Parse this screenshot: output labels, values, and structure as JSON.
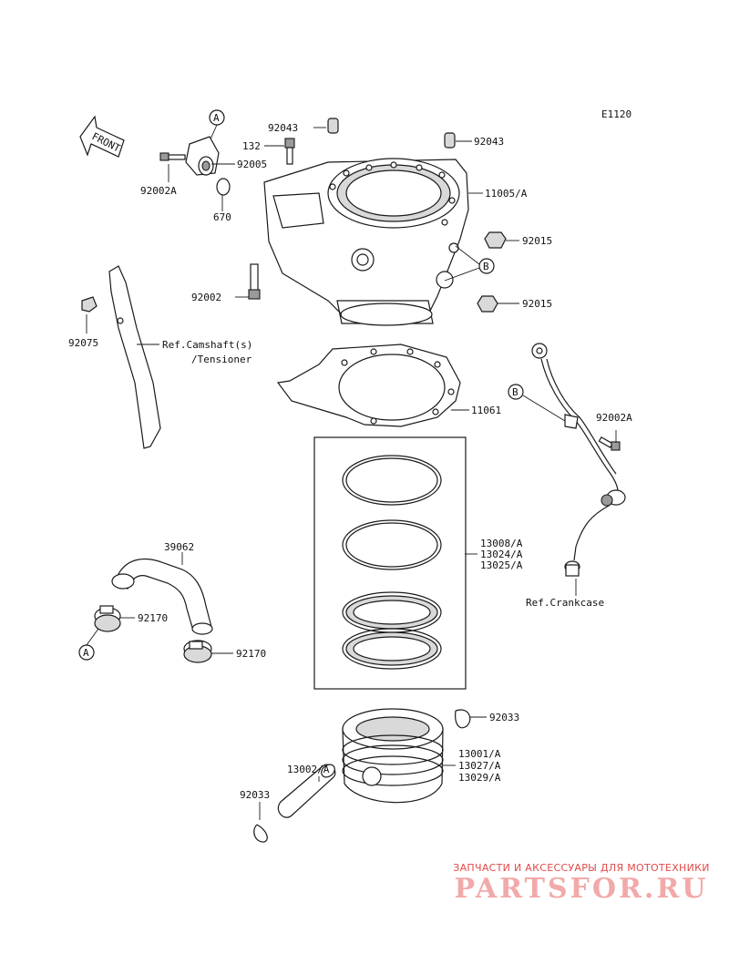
{
  "diagram_code": "E1120",
  "front_label": "FRONT",
  "callouts": {
    "A_top": "A",
    "A_bottom": "A",
    "B_cyl": "B",
    "B_hose": "B"
  },
  "parts": {
    "p92043_a": "92043",
    "p92043_b": "92043",
    "p132": "132",
    "p92005": "92005",
    "p92002A_top": "92002A",
    "p670": "670",
    "p11005A": "11005/A",
    "p92015_a": "92015",
    "p92015_b": "92015",
    "p92002": "92002",
    "p92075": "92075",
    "ref_camshaft_1": "Ref.Camshaft(s)",
    "ref_camshaft_2": "/Tensioner",
    "p11061": "11061",
    "p92002A_hose": "92002A",
    "ref_crankcase": "Ref.Crankcase",
    "rings_1": "13008/A",
    "rings_2": "13024/A",
    "rings_3": "13025/A",
    "p39062": "39062",
    "p92170_a": "92170",
    "p92170_b": "92170",
    "p92033_a": "92033",
    "p92033_b": "92033",
    "piston_1": "13001/A",
    "piston_2": "13027/A",
    "piston_3": "13029/A",
    "p13002A": "13002/A"
  },
  "watermark": {
    "tagline": "ЗАПЧАСТИ И АКСЕССУАРЫ ДЛЯ МОТОТЕХНИКИ",
    "logo": "PARTSFOR.RU"
  }
}
